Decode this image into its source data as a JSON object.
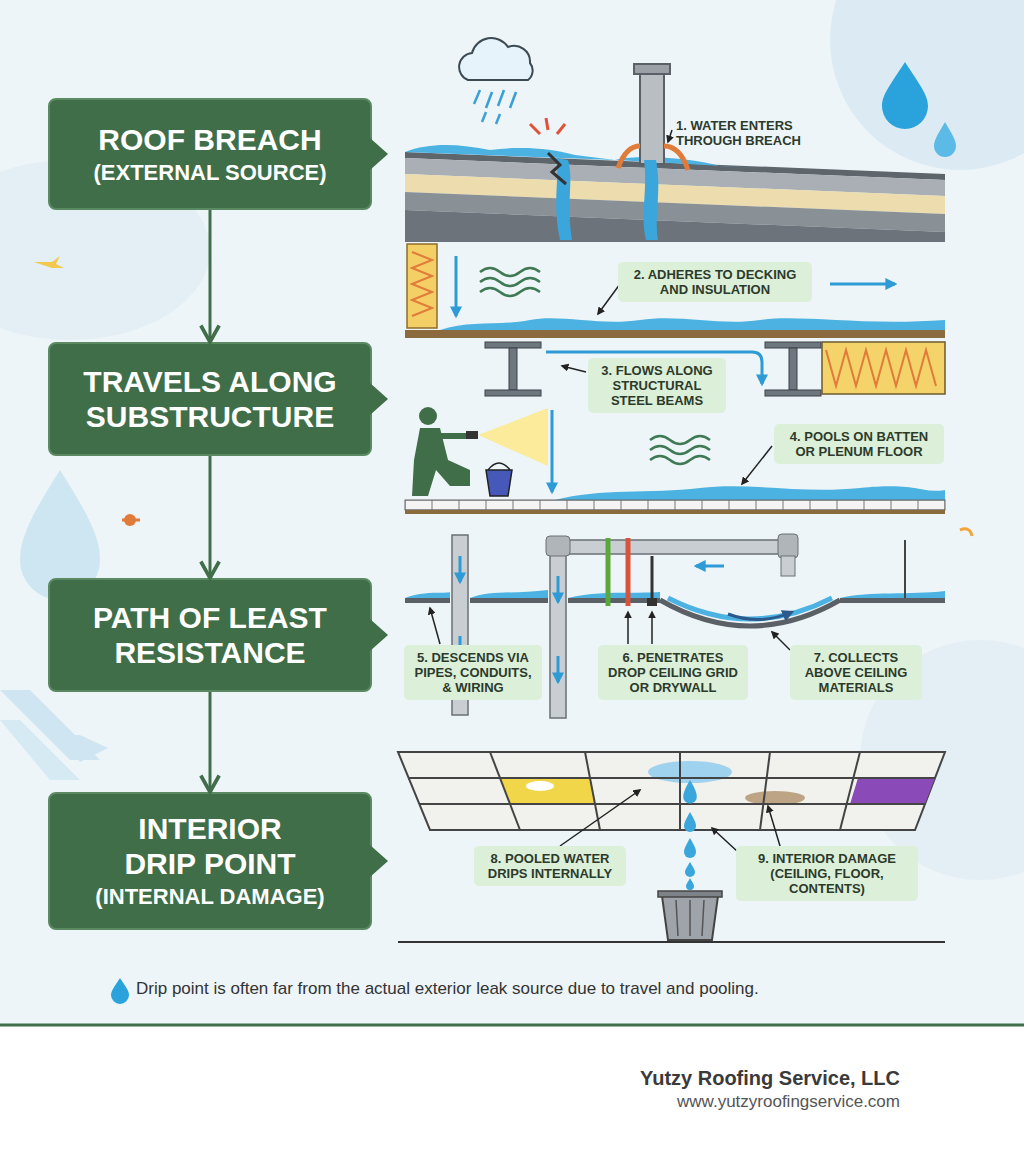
{
  "diagram": {
    "caption": "Drip point is often far from the actual exterior leak source due to travel and pooling.",
    "nodes": [
      {
        "text": [
          "ROOF BREACH",
          "(EXTERNAL SOURCE)"
        ]
      },
      {
        "text": [
          "TRAVELS ALONG SUBSTRUCTURE"
        ]
      },
      {
        "text": [
          "PATH OF LEAST RESISTANCE"
        ]
      },
      {
        "text": [
          "INTERIOR DRIP POINT",
          "(INTERNAL DAMAGE)"
        ]
      },
      {
        "text": [
          "2. ADHERES TO DECKING AND INSULATION"
        ]
      },
      {
        "text": [
          "3. FLOWS ALONG STRUCTURAL STEEL BEAMS"
        ]
      },
      {
        "text": [
          "4. POOLS ON BATTEN OR PLENUM FLOOR"
        ]
      },
      {
        "text": [
          "5. DESCENDS VIA PIPES, CONDUITS, & WIRING"
        ]
      },
      {
        "text": [
          "6. PENETRATES DROP CEILING GRID OR DRYWALL"
        ]
      },
      {
        "text": [
          "7. COLLECTS ABOVE CEILING MATERIALS"
        ]
      },
      {
        "text": [
          "8. POOLED WATER DRIPS INTERNALLY"
        ]
      },
      {
        "text": [
          "9. INTERIOR DAMAGE (CEILING, FLOOR, CONTENTS)"
        ]
      }
    ],
    "edges": [
      {
        "from": 0,
        "to": 1,
        "arrow": "to"
      },
      {
        "from": 1,
        "to": 2,
        "arrow": "to"
      },
      {
        "from": 2,
        "to": 3,
        "arrow": "to"
      }
    ],
    "labels": [
      "1. WATER ENTERS THROUGH BREACH",
      "Yutzy Roofing Service, LLC",
      "www.yutzyroofingservice.com"
    ]
  }
}
